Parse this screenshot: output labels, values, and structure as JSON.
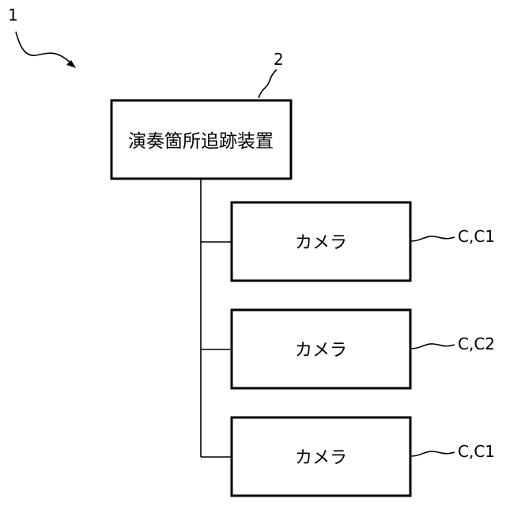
{
  "diagram": {
    "system_ref": "1",
    "device": {
      "ref": "2",
      "label": "演奏箇所追跡装置"
    },
    "cameras": [
      {
        "label": "カメラ",
        "ref": "C,C1"
      },
      {
        "label": "カメラ",
        "ref": "C,C2"
      },
      {
        "label": "カメラ",
        "ref": "C,C1"
      }
    ]
  }
}
